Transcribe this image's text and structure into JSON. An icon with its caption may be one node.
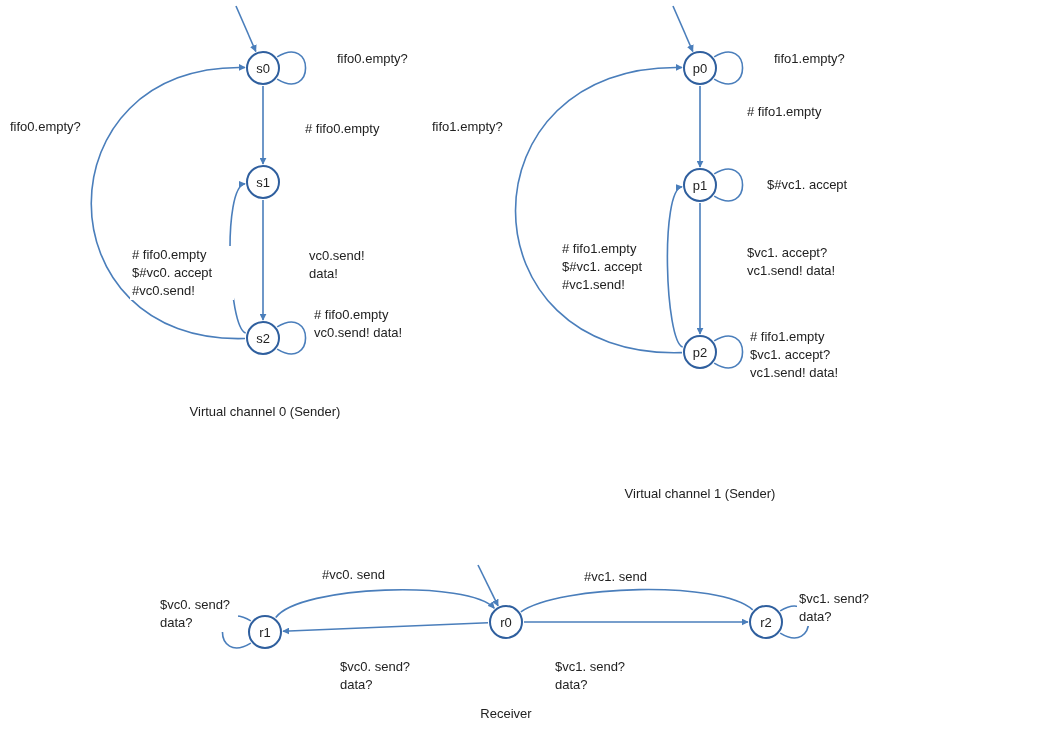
{
  "diagram": {
    "nodes": [
      {
        "text": [
          "s0"
        ]
      },
      {
        "text": [
          "s1"
        ]
      },
      {
        "text": [
          "s2"
        ]
      },
      {
        "text": [
          "p0"
        ]
      },
      {
        "text": [
          "p1"
        ]
      },
      {
        "text": [
          "p2"
        ]
      },
      {
        "text": [
          "r0"
        ]
      },
      {
        "text": [
          "r1"
        ]
      },
      {
        "text": [
          "r2"
        ]
      }
    ],
    "edges": [
      {
        "from": null,
        "to": 0,
        "arrow": "to"
      },
      {
        "from": 0,
        "to": 0,
        "label": "fifo0.empty?",
        "arrow": "none"
      },
      {
        "from": 0,
        "to": 1,
        "label": "# fifo0.empty",
        "arrow": "to"
      },
      {
        "from": 1,
        "to": 2,
        "label": "vc0.send! data!",
        "arrow": "to"
      },
      {
        "from": 2,
        "to": 1,
        "label": "# fifo0.empty $#vc0. accept #vc0.send!",
        "arrow": "to"
      },
      {
        "from": 2,
        "to": 0,
        "label": "fifo0.empty?",
        "arrow": "to"
      },
      {
        "from": 2,
        "to": 2,
        "label": "# fifo0.empty vc0.send! data!",
        "arrow": "none"
      },
      {
        "from": null,
        "to": 3,
        "arrow": "to"
      },
      {
        "from": 3,
        "to": 3,
        "label": "fifo1.empty?",
        "arrow": "none"
      },
      {
        "from": 3,
        "to": 4,
        "label": "# fifo1.empty",
        "arrow": "to"
      },
      {
        "from": 4,
        "to": 4,
        "label": "$#vc1. accept",
        "arrow": "none"
      },
      {
        "from": 4,
        "to": 5,
        "label": "$vc1. accept? vc1.send! data!",
        "arrow": "to"
      },
      {
        "from": 5,
        "to": 4,
        "label": "# fifo1.empty $#vc1. accept #vc1.send!",
        "arrow": "to"
      },
      {
        "from": 5,
        "to": 3,
        "label": "fifo1.empty?",
        "arrow": "to"
      },
      {
        "from": 5,
        "to": 5,
        "label": "# fifo1.empty $vc1. accept? vc1.send! data!",
        "arrow": "none"
      },
      {
        "from": null,
        "to": 6,
        "arrow": "to"
      },
      {
        "from": 7,
        "to": 6,
        "label": "#vc0. send",
        "arrow": "to"
      },
      {
        "from": 6,
        "to": 7,
        "label": "$vc0. send? data?",
        "arrow": "to"
      },
      {
        "from": 7,
        "to": 7,
        "label": "$vc0. send? data?",
        "arrow": "none"
      },
      {
        "from": 6,
        "to": 8,
        "label": "#vc1. send",
        "arrow": "none"
      },
      {
        "from": 6,
        "to": 8,
        "label": "$vc1. send? data?",
        "arrow": "to"
      },
      {
        "from": 8,
        "to": 8,
        "label": "$vc1. send? data?",
        "arrow": "none"
      }
    ],
    "labels": [
      "Virtual channel 0 (Sender)",
      "Virtual channel 1 (Sender)",
      "Receiver"
    ]
  }
}
